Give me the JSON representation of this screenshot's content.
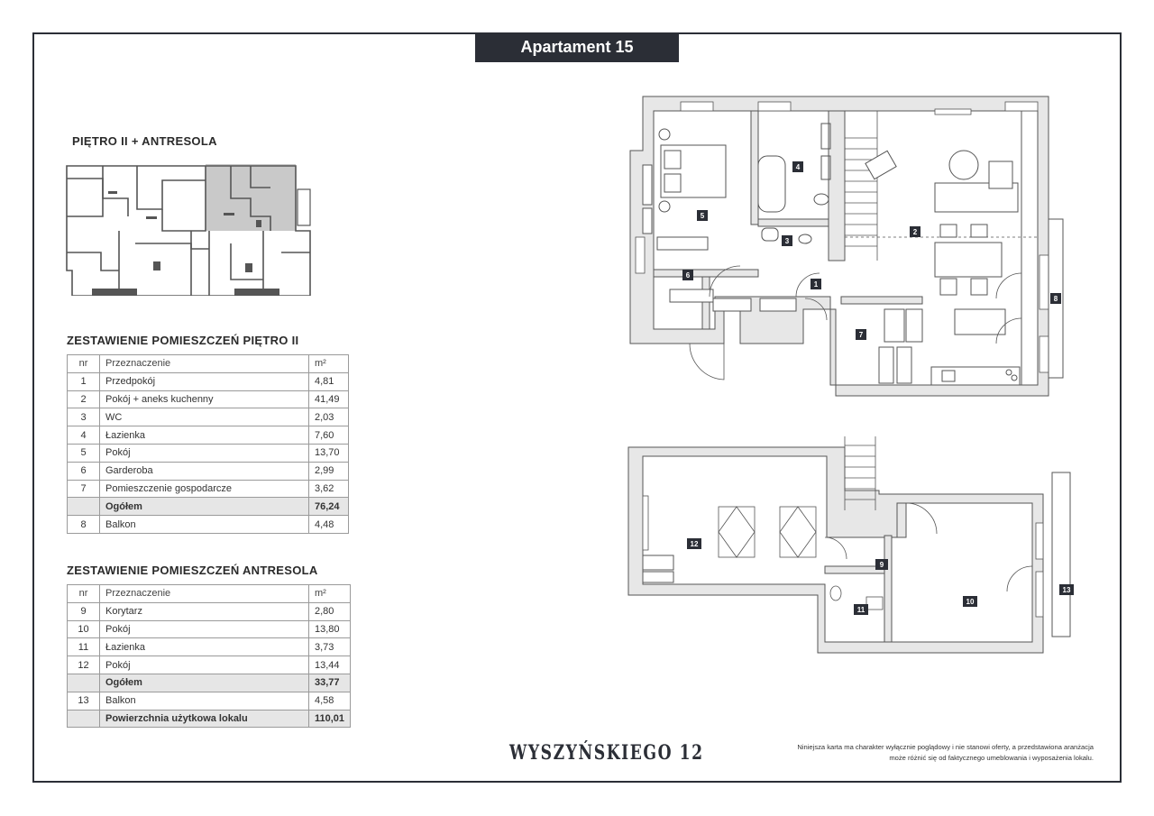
{
  "title": "Apartament 15",
  "floor_label": "PIĘTRO II + ANTRESOLA",
  "section1": {
    "title": "ZESTAWIENIE POMIESZCZEŃ PIĘTRO II",
    "headers": [
      "nr",
      "Przeznaczenie",
      "m²"
    ],
    "rows": [
      {
        "nr": "1",
        "name": "Przedpokój",
        "area": "4,81"
      },
      {
        "nr": "2",
        "name": "Pokój + aneks kuchenny",
        "area": "41,49"
      },
      {
        "nr": "3",
        "name": "WC",
        "area": "2,03"
      },
      {
        "nr": "4",
        "name": "Łazienka",
        "area": "7,60"
      },
      {
        "nr": "5",
        "name": "Pokój",
        "area": "13,70"
      },
      {
        "nr": "6",
        "name": "Garderoba",
        "area": "2,99"
      },
      {
        "nr": "7",
        "name": "Pomieszczenie gospodarcze",
        "area": "3,62"
      }
    ],
    "total": {
      "label": "Ogółem",
      "area": "76,24"
    },
    "extra": [
      {
        "nr": "8",
        "name": "Balkon",
        "area": "4,48"
      }
    ]
  },
  "section2": {
    "title": "ZESTAWIENIE POMIESZCZEŃ ANTRESOLA",
    "headers": [
      "nr",
      "Przeznaczenie",
      "m²"
    ],
    "rows": [
      {
        "nr": "9",
        "name": "Korytarz",
        "area": "2,80"
      },
      {
        "nr": "10",
        "name": "Pokój",
        "area": "13,80"
      },
      {
        "nr": "11",
        "name": "Łazienka",
        "area": "3,73"
      },
      {
        "nr": "12",
        "name": "Pokój",
        "area": "13,44"
      }
    ],
    "total": {
      "label": "Ogółem",
      "area": "33,77"
    },
    "extra": [
      {
        "nr": "13",
        "name": "Balkon",
        "area": "4,58"
      }
    ],
    "usable": {
      "label": "Powierzchnia użytkowa lokalu",
      "area": "110,01"
    }
  },
  "plan_labels": {
    "upper": [
      "1",
      "2",
      "3",
      "4",
      "5",
      "6",
      "7",
      "8"
    ],
    "lower": [
      "9",
      "10",
      "11",
      "12",
      "13"
    ]
  },
  "brand": "WYSZYŃSKIEGO 12",
  "disclaimer": {
    "line1": "Niniejsza karta ma charakter wyłącznie poglądowy i nie stanowi oferty, a przedstawiona aranżacja",
    "line2": "może różnić się od faktycznego umeblowania i wyposażenia lokalu."
  },
  "colors": {
    "dark": "#2b2e36",
    "wall": "#e7e7e7",
    "highlight": "#c9c9c9",
    "line": "#555555"
  }
}
